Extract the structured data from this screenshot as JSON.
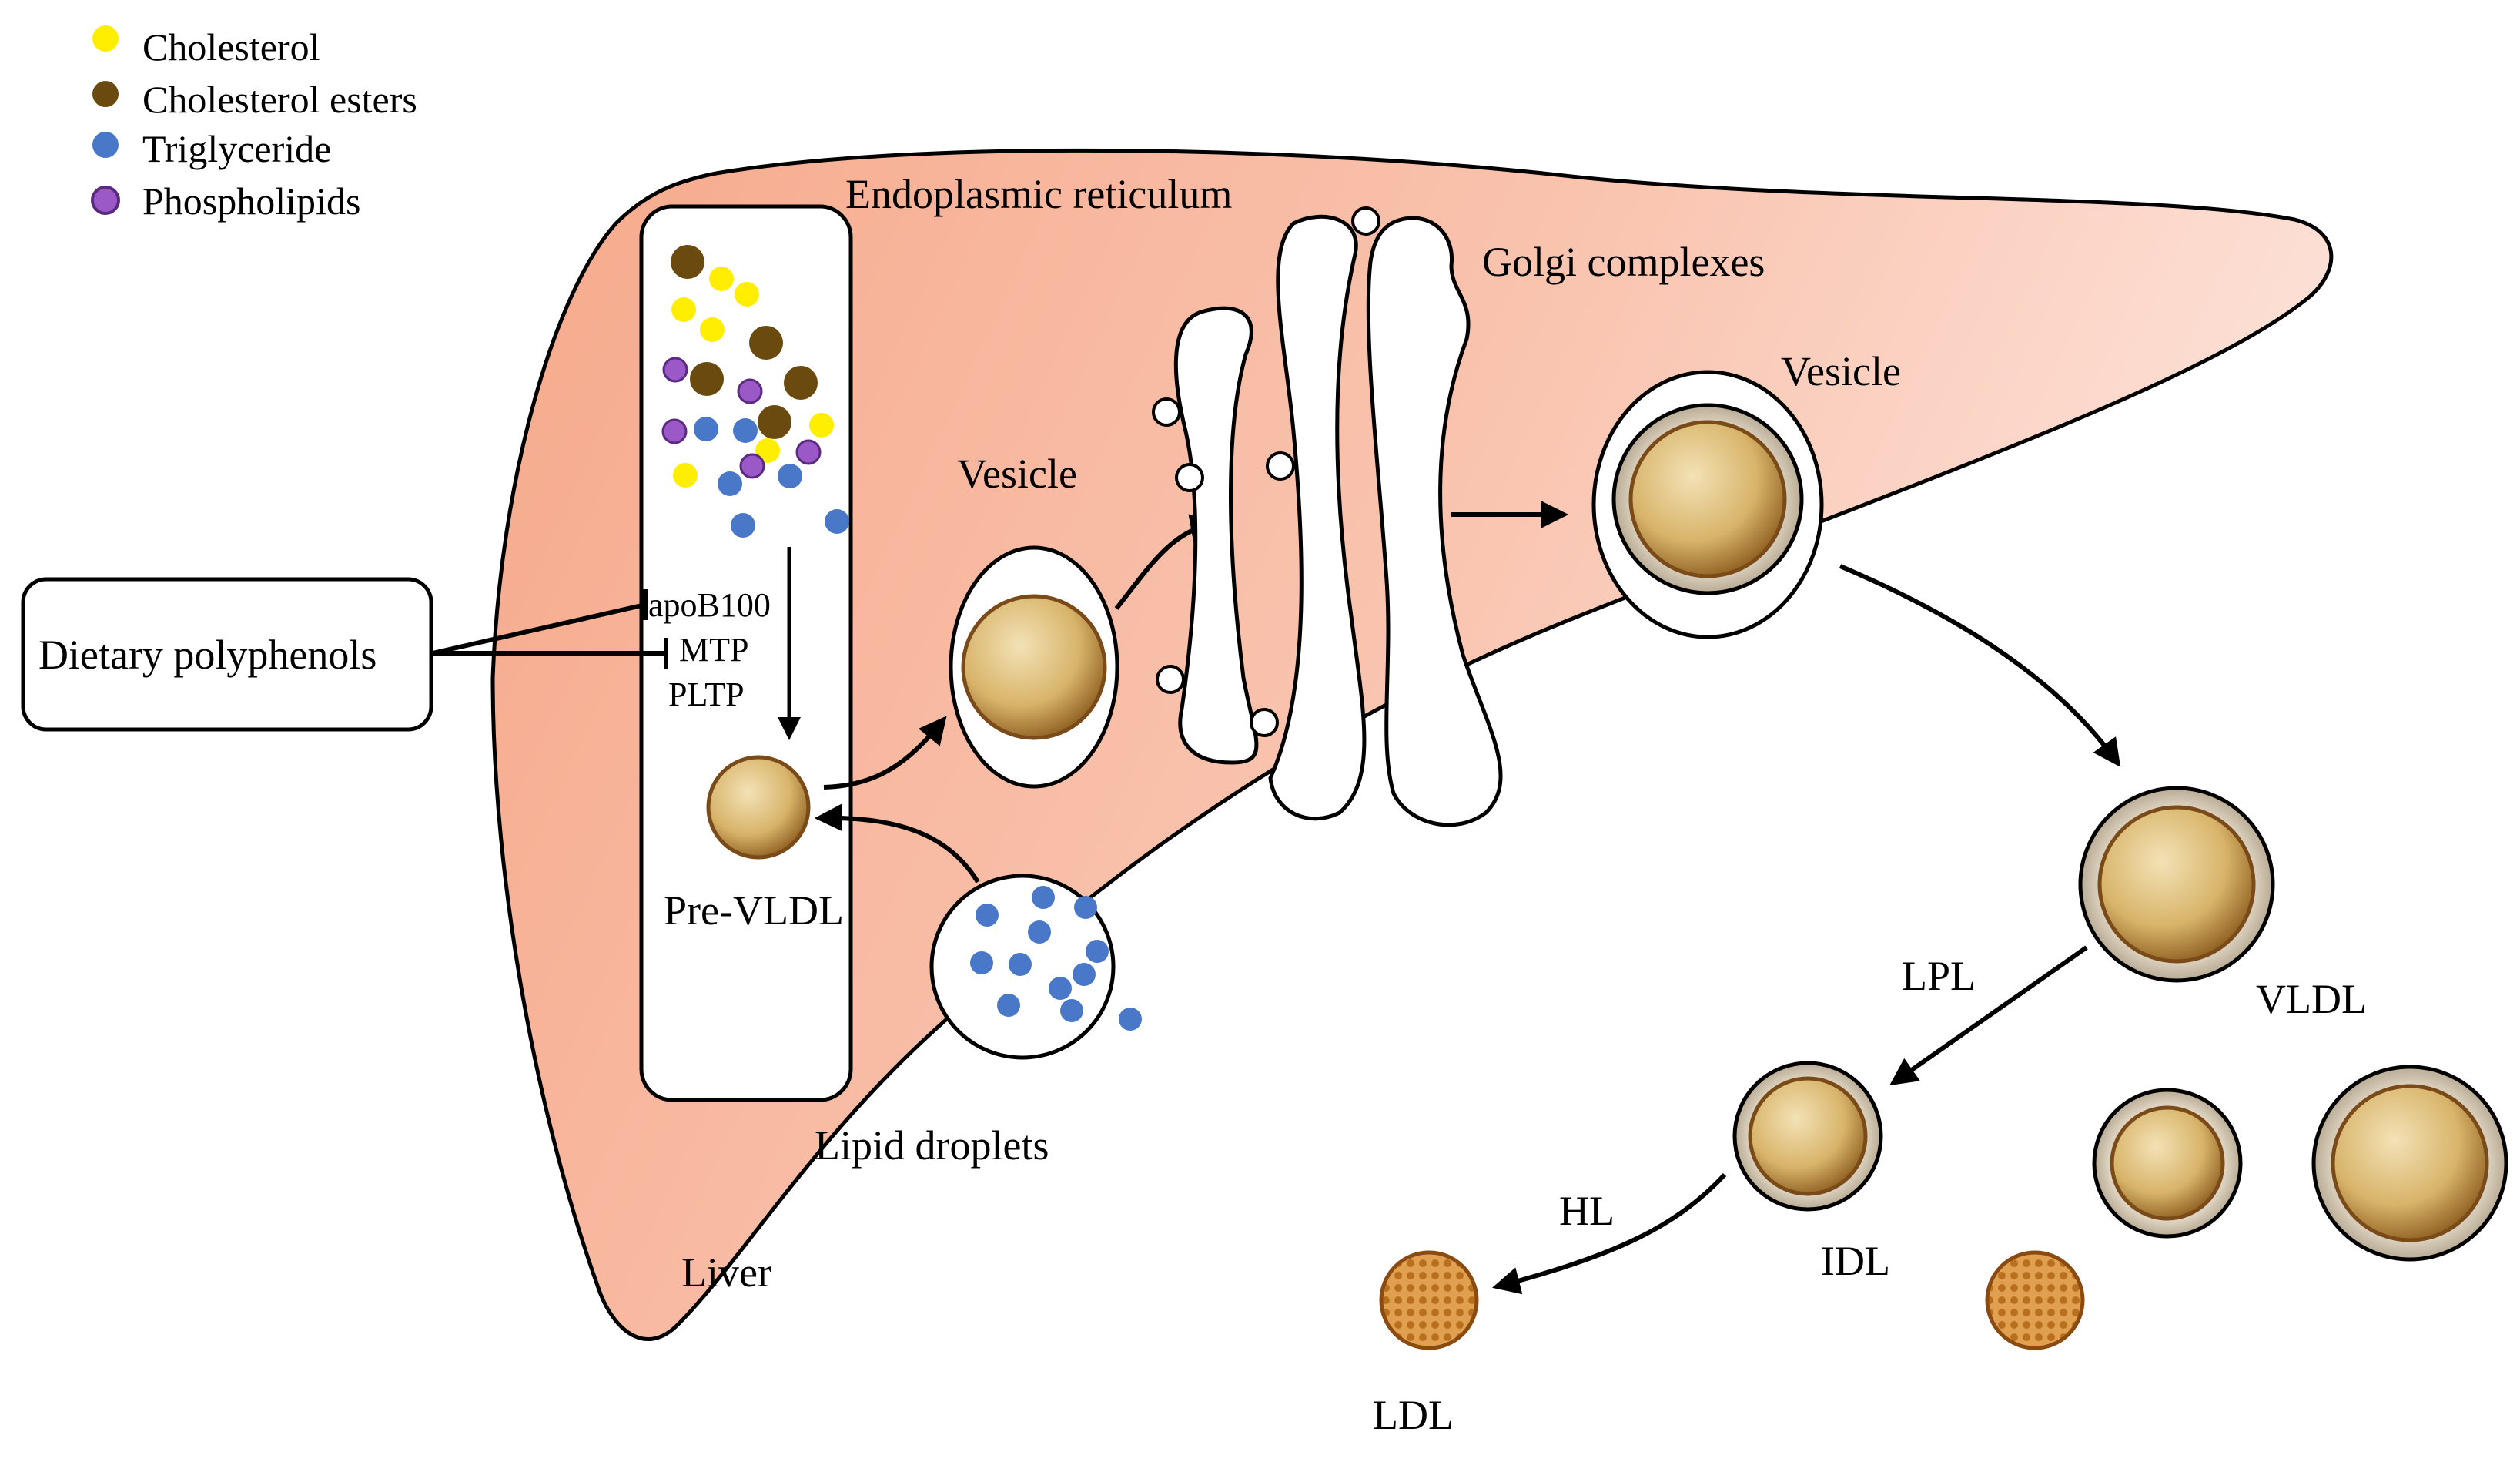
{
  "legend": {
    "items": [
      {
        "label": "Cholesterol",
        "color": "#ffee00"
      },
      {
        "label": "Cholesterol esters",
        "color": "#6b4a10"
      },
      {
        "label": "Triglyceride",
        "color": "#4a78c8"
      },
      {
        "label": "Phospholipids",
        "color": "#9b59c8"
      }
    ]
  },
  "labels": {
    "er": "Endoplasmic reticulum",
    "golgi": "Golgi complexes",
    "vesicle_left": "Vesicle",
    "vesicle_right": "Vesicle",
    "dietary": "Dietary polyphenols",
    "apob100": "apoB100",
    "mtp": "MTP",
    "pltp": "PLTP",
    "pre_vldl": "Pre-VLDL",
    "lipid_droplets": "Lipid droplets",
    "liver": "Liver",
    "vldl": "VLDL",
    "lpl": "LPL",
    "idl": "IDL",
    "hl": "HL",
    "ldl": "LDL"
  },
  "colors": {
    "liver_fill_start": "#f6a98b",
    "liver_fill_end": "#fde3da",
    "particle_core": "#d8b46a",
    "particle_ring": "#cfc4b0",
    "ldl_fill": "#d89040"
  }
}
